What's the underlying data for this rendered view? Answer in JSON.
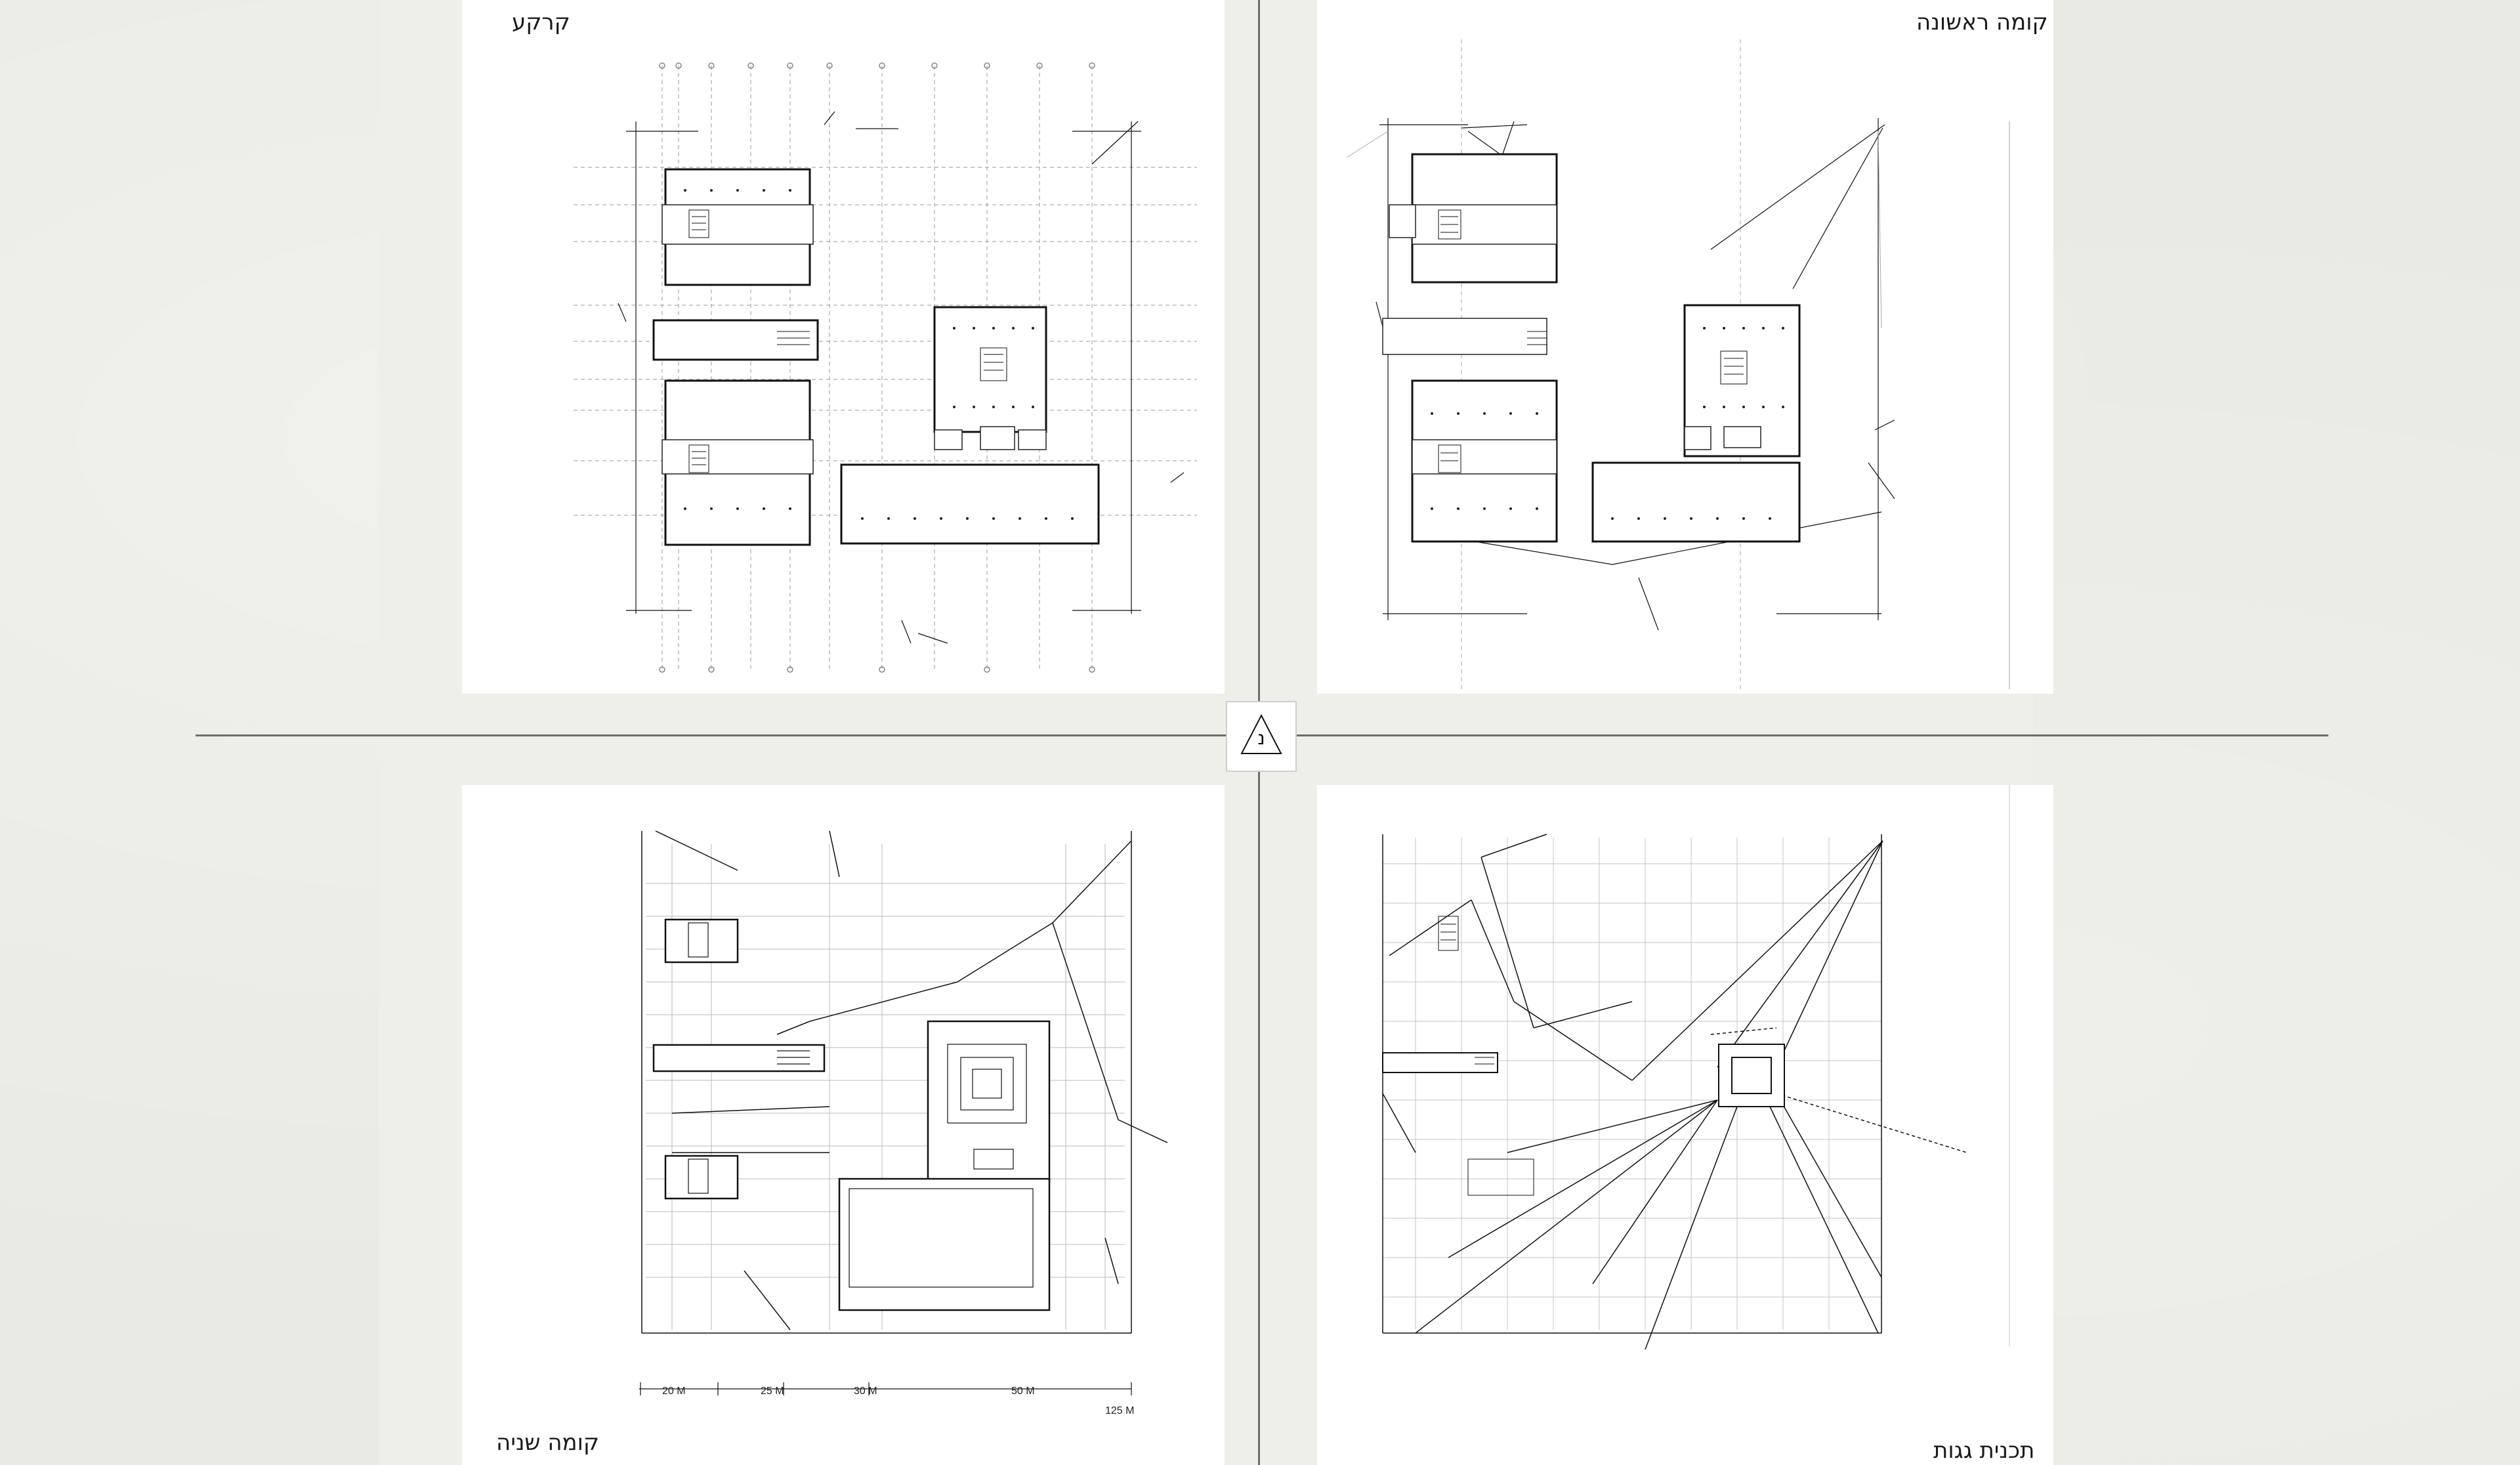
{
  "plans": {
    "ground": {
      "title": "קרקע"
    },
    "first": {
      "title": "קומה ראשונה"
    },
    "second": {
      "title": "קומה שניה"
    },
    "roof": {
      "title": "תכנית גגות"
    }
  },
  "north_arrow": {
    "glyph": "▲",
    "letter": "נ"
  },
  "scale_bar": {
    "segments": [
      "20 M",
      "25 M",
      "30 M",
      "50 M"
    ],
    "total": "125 M"
  },
  "colors": {
    "background": "#e9eae3",
    "sheet": "#ffffff",
    "line": "#1a1a1a",
    "grid": "#9a9a9a"
  }
}
